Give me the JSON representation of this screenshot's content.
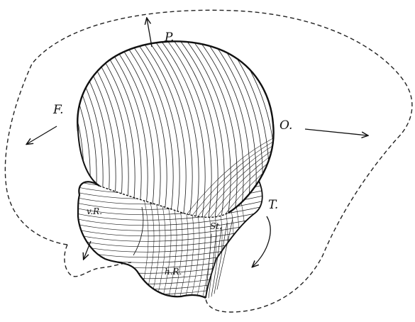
{
  "figure": {
    "labels": {
      "p": "P.",
      "f": "F.",
      "o": "O.",
      "t": "T.",
      "vr": "v.R.",
      "hr": "h.R.",
      "st": "St."
    },
    "colors": {
      "ink": "#111111",
      "paper": "#ffffff"
    }
  }
}
